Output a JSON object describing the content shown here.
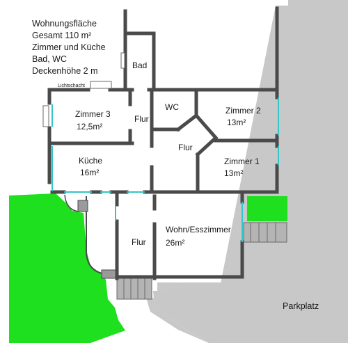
{
  "info": {
    "line1": "Wohnungsfläche",
    "line2": "Gesamt 110 m²",
    "line3": "Zimmer und Küche",
    "line4": "Bad, WC",
    "line5": "Deckenhöhe 2 m"
  },
  "rooms": {
    "bad": "Bad",
    "wc": "WC",
    "zimmer3_name": "Zimmer 3",
    "zimmer3_area": "12,5m²",
    "flur_upper": "Flur",
    "flur_center": "Flur",
    "zimmer2_name": "Zimmer 2",
    "zimmer2_area": "13m²",
    "zimmer1_name": "Zimmer 1",
    "zimmer1_area": "13m²",
    "kueche_name": "Küche",
    "kueche_area": "16m²",
    "flur_lower": "Flur",
    "wohn_name": "Wohn/Esszimmer",
    "wohn_area": "26m²"
  },
  "labels": {
    "lichtschacht": "Lichtschacht",
    "parkplatz": "Parkplatz"
  },
  "colors": {
    "wall": "#4a4a4a",
    "window": "#33c6c6",
    "grass": "#1ee01e",
    "pavement": "#c8c8c8",
    "stairs": "#b4b4b4"
  }
}
